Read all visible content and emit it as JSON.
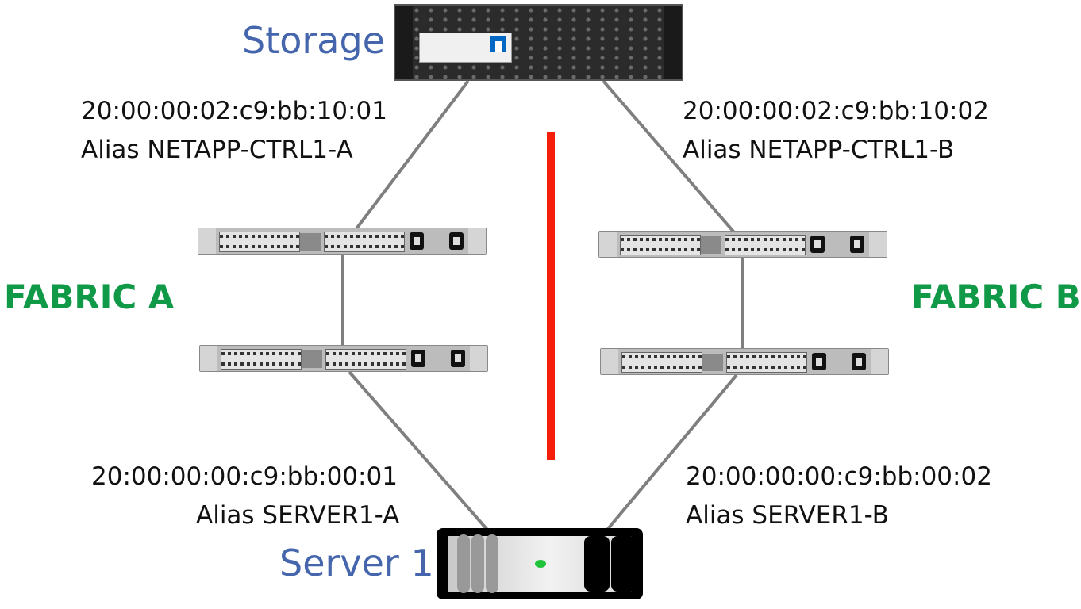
{
  "diagram": {
    "storage": {
      "label": "Storage",
      "device": "storage-array"
    },
    "server": {
      "label": "Server 1",
      "device": "server"
    },
    "fabrics": [
      {
        "name": "FABRIC A",
        "color": "#109a48"
      },
      {
        "name": "FABRIC B",
        "color": "#109a48"
      }
    ],
    "ports": {
      "storage_a": {
        "wwn": "20:00:00:02:c9:bb:10:01",
        "alias": "Alias NETAPP-CTRL1-A"
      },
      "storage_b": {
        "wwn": "20:00:00:02:c9:bb:10:02",
        "alias": "Alias NETAPP-CTRL1-B"
      },
      "server_a": {
        "wwn": "20:00:00:00:c9:bb:00:01",
        "alias": "Alias SERVER1-A"
      },
      "server_b": {
        "wwn": "20:00:00:00:c9:bb:00:02",
        "alias": "Alias SERVER1-B"
      }
    },
    "colors": {
      "title_blue": "#4566ad",
      "fabric_green": "#109a48",
      "divider_red": "#f51e0a",
      "link_gray": "#7f7f7f",
      "server_led": "#1fc43a"
    }
  }
}
